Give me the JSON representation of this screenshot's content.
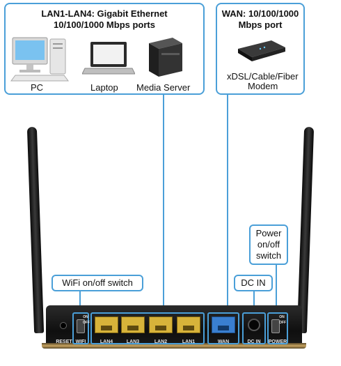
{
  "lan_callout": {
    "title_line1": "LAN1-LAN4: Gigabit Ethernet",
    "title_line2": "10/100/1000 Mbps ports",
    "devices": [
      "PC",
      "Laptop",
      "Media Server"
    ]
  },
  "wan_callout": {
    "title_line1": "WAN: 10/100/1000",
    "title_line2": "Mbps port",
    "device_line1": "xDSL/Cable/Fiber",
    "device_line2": "Modem"
  },
  "labels": {
    "wifi_switch": "WiFi on/off switch",
    "dc_in": "DC IN",
    "power_line1": "Power",
    "power_line2": "on/off",
    "power_line3": "switch"
  },
  "router_ports": {
    "reset": "RESET",
    "wifi": "WIFI",
    "lan4": "LAN4",
    "lan3": "LAN3",
    "lan2": "LAN2",
    "lan1": "LAN1",
    "wan": "WAN",
    "dc_in": "DC IN",
    "power": "POWER",
    "on": "ON",
    "off": "OFF"
  },
  "colors": {
    "callout_border": "#4a9fd8",
    "lan_port": "#d7b33a",
    "wan_port": "#3a7fd0",
    "router_body": "#1a1a1a"
  }
}
